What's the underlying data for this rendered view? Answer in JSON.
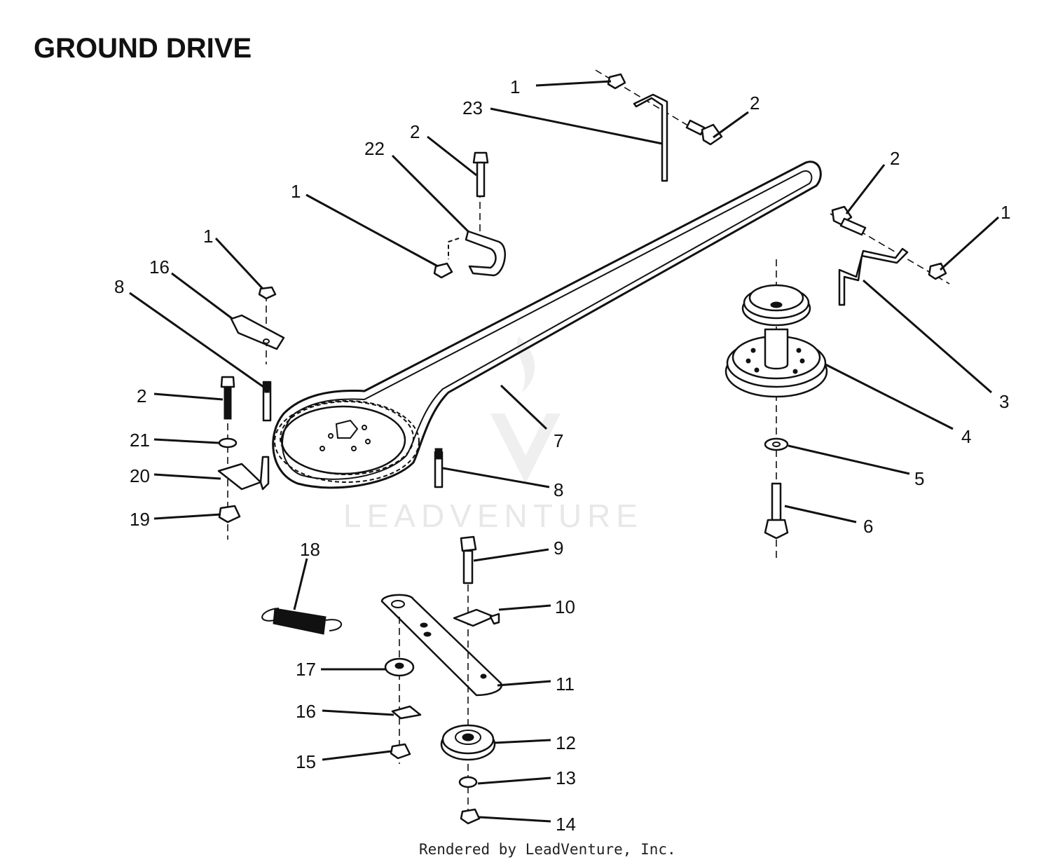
{
  "title": "GROUND DRIVE",
  "watermark": "LEADVENTURE",
  "footer": "Rendered by LeadVenture, Inc.",
  "callouts": [
    "1",
    "1",
    "1",
    "1",
    "2",
    "2",
    "2",
    "2",
    "3",
    "4",
    "5",
    "6",
    "7",
    "8",
    "8",
    "9",
    "10",
    "11",
    "12",
    "13",
    "14",
    "15",
    "16",
    "16",
    "17",
    "18",
    "19",
    "20",
    "21",
    "22",
    "23"
  ],
  "colors": {
    "ink": "#111111",
    "watermark": "#e8e8e8"
  }
}
